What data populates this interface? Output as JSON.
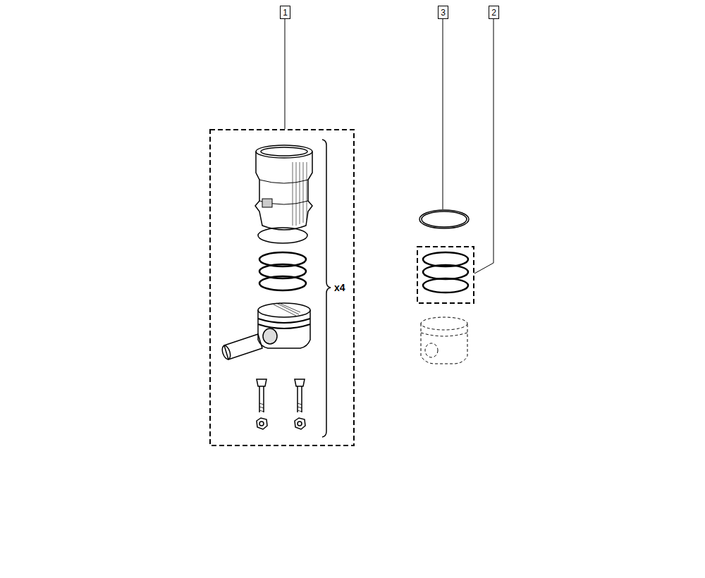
{
  "diagram": {
    "nodes": [
      {
        "text": [
          "1"
        ]
      },
      {
        "text": [
          "3"
        ]
      },
      {
        "text": [
          "2"
        ]
      }
    ],
    "labels": [
      "x4"
    ]
  }
}
